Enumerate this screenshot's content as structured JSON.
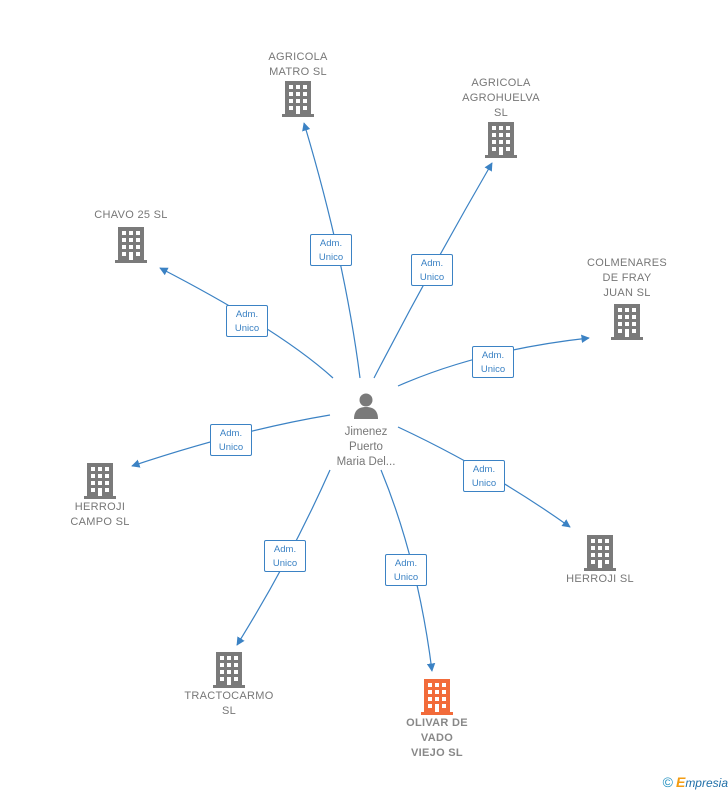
{
  "center": {
    "name": "Jimenez\nPuerto\nMaria Del..."
  },
  "relation_label": {
    "line1": "Adm.",
    "line2": "Unico"
  },
  "companies": [
    {
      "id": "agricola-matro",
      "name": "AGRICOLA\nMATRO  SL",
      "highlight": false
    },
    {
      "id": "agricola-agrohuelva",
      "name": "AGRICOLA\nAGROHUELVA\nSL",
      "highlight": false
    },
    {
      "id": "chavo-25",
      "name": "CHAVO 25  SL",
      "highlight": false
    },
    {
      "id": "colmenares",
      "name": "COLMENARES\nDE FRAY\nJUAN  SL",
      "highlight": false
    },
    {
      "id": "herroji-campo",
      "name": "HERROJI\nCAMPO  SL",
      "highlight": false
    },
    {
      "id": "herroji",
      "name": "HERROJI  SL",
      "highlight": false
    },
    {
      "id": "tractocarmo",
      "name": "TRACTOCARMO\nSL",
      "highlight": false
    },
    {
      "id": "olivar",
      "name": "OLIVAR DE\nVADO\nVIEJO  SL",
      "highlight": true
    }
  ],
  "colors": {
    "edge": "#3b82c4",
    "building": "#7a7a7a",
    "building_highlight": "#f26b3a",
    "person": "#7a7a7a"
  },
  "footer": {
    "copyright": "©",
    "brand_initial": "E",
    "brand_rest": "mpresia"
  }
}
